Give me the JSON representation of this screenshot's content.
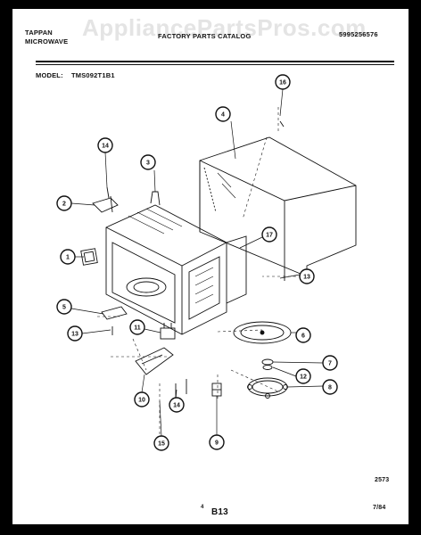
{
  "watermark": "AppliancePartsPros.com",
  "header": {
    "brand": "TAPPAN",
    "product": "MICROWAVE",
    "catalog": "FACTORY PARTS CATALOG",
    "doc_number": "5995256576",
    "model_label": "MODEL:",
    "model_value": "TMS092T1B1"
  },
  "callouts": [
    "1",
    "2",
    "3",
    "4",
    "5",
    "6",
    "7",
    "8",
    "9",
    "10",
    "11",
    "12",
    "13",
    "13",
    "14",
    "14",
    "15",
    "16",
    "17"
  ],
  "footer": {
    "ref": "2573",
    "page_index": "4",
    "page_code": "B13",
    "date": "7/84"
  },
  "colors": {
    "ink": "#111111",
    "paper": "#ffffff",
    "border": "#000000",
    "watermark": "#e4e4e4"
  }
}
